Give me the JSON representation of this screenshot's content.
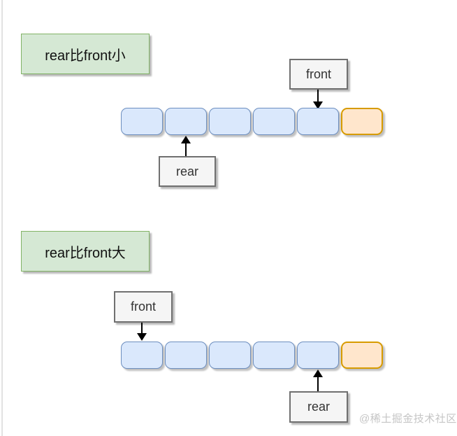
{
  "watermark": {
    "text": "@稀土掘金技术社区"
  },
  "palette": {
    "cell_blue_fill": "#dae8fc",
    "cell_blue_border": "#6c8ebf",
    "cell_orange_fill": "#ffe6cc",
    "cell_orange_border": "#d79b00",
    "title_green_fill": "#d5e8d4",
    "title_green_border": "#82b366",
    "label_fill": "#f5f5f5",
    "label_border": "#707070",
    "arrow_color": "#000000",
    "watermark_color": "#c5c5c5",
    "page_edge_line": "#e2e2e2"
  },
  "diagrams": [
    {
      "title": "rear比front小",
      "cells": [
        "blue",
        "blue",
        "blue",
        "blue",
        "blue",
        "orange"
      ],
      "pointers": {
        "front": {
          "label": "front",
          "cell_index": 4,
          "side": "above"
        },
        "rear": {
          "label": "rear",
          "cell_index": 1,
          "side": "below"
        }
      }
    },
    {
      "title": "rear比front大",
      "cells": [
        "blue",
        "blue",
        "blue",
        "blue",
        "blue",
        "orange"
      ],
      "pointers": {
        "front": {
          "label": "front",
          "cell_index": 0,
          "side": "above"
        },
        "rear": {
          "label": "rear",
          "cell_index": 4,
          "side": "below"
        }
      }
    }
  ]
}
